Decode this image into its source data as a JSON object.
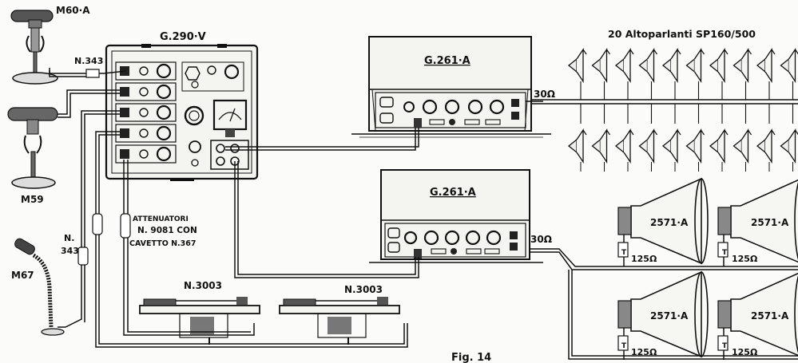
{
  "labels": {
    "mic_top": "M60·A",
    "cable_top": "N.343",
    "mixer": "G.290·V",
    "amp_top": "G.261·A",
    "amp_bottom": "G.261·A",
    "speakers_title": "20 Altoparlanti SP160/500",
    "ohm_top": "30Ω",
    "ohm_mid": "30Ω",
    "mic_mid": "M59",
    "mic_low": "M67",
    "cable_left_1": "N.",
    "cable_left_2": "343",
    "att_1": "ATTENUATORI",
    "att_2": "N. 9081 CON",
    "att_3": "CAVETTO N.367",
    "deck_left": "N.3003",
    "deck_right": "N.3003",
    "horn_1": "2571·A",
    "horn_2": "2571·A",
    "horn_3": "2571·A",
    "horn_4": "2571·A",
    "t_1": "T",
    "t_2": "T",
    "t_3": "T",
    "t_4": "T",
    "ohm_h1": "125Ω",
    "ohm_h2": "125Ω",
    "ohm_h3": "125Ω",
    "ohm_h4": "125Ω",
    "fig": "Fig. 14"
  }
}
